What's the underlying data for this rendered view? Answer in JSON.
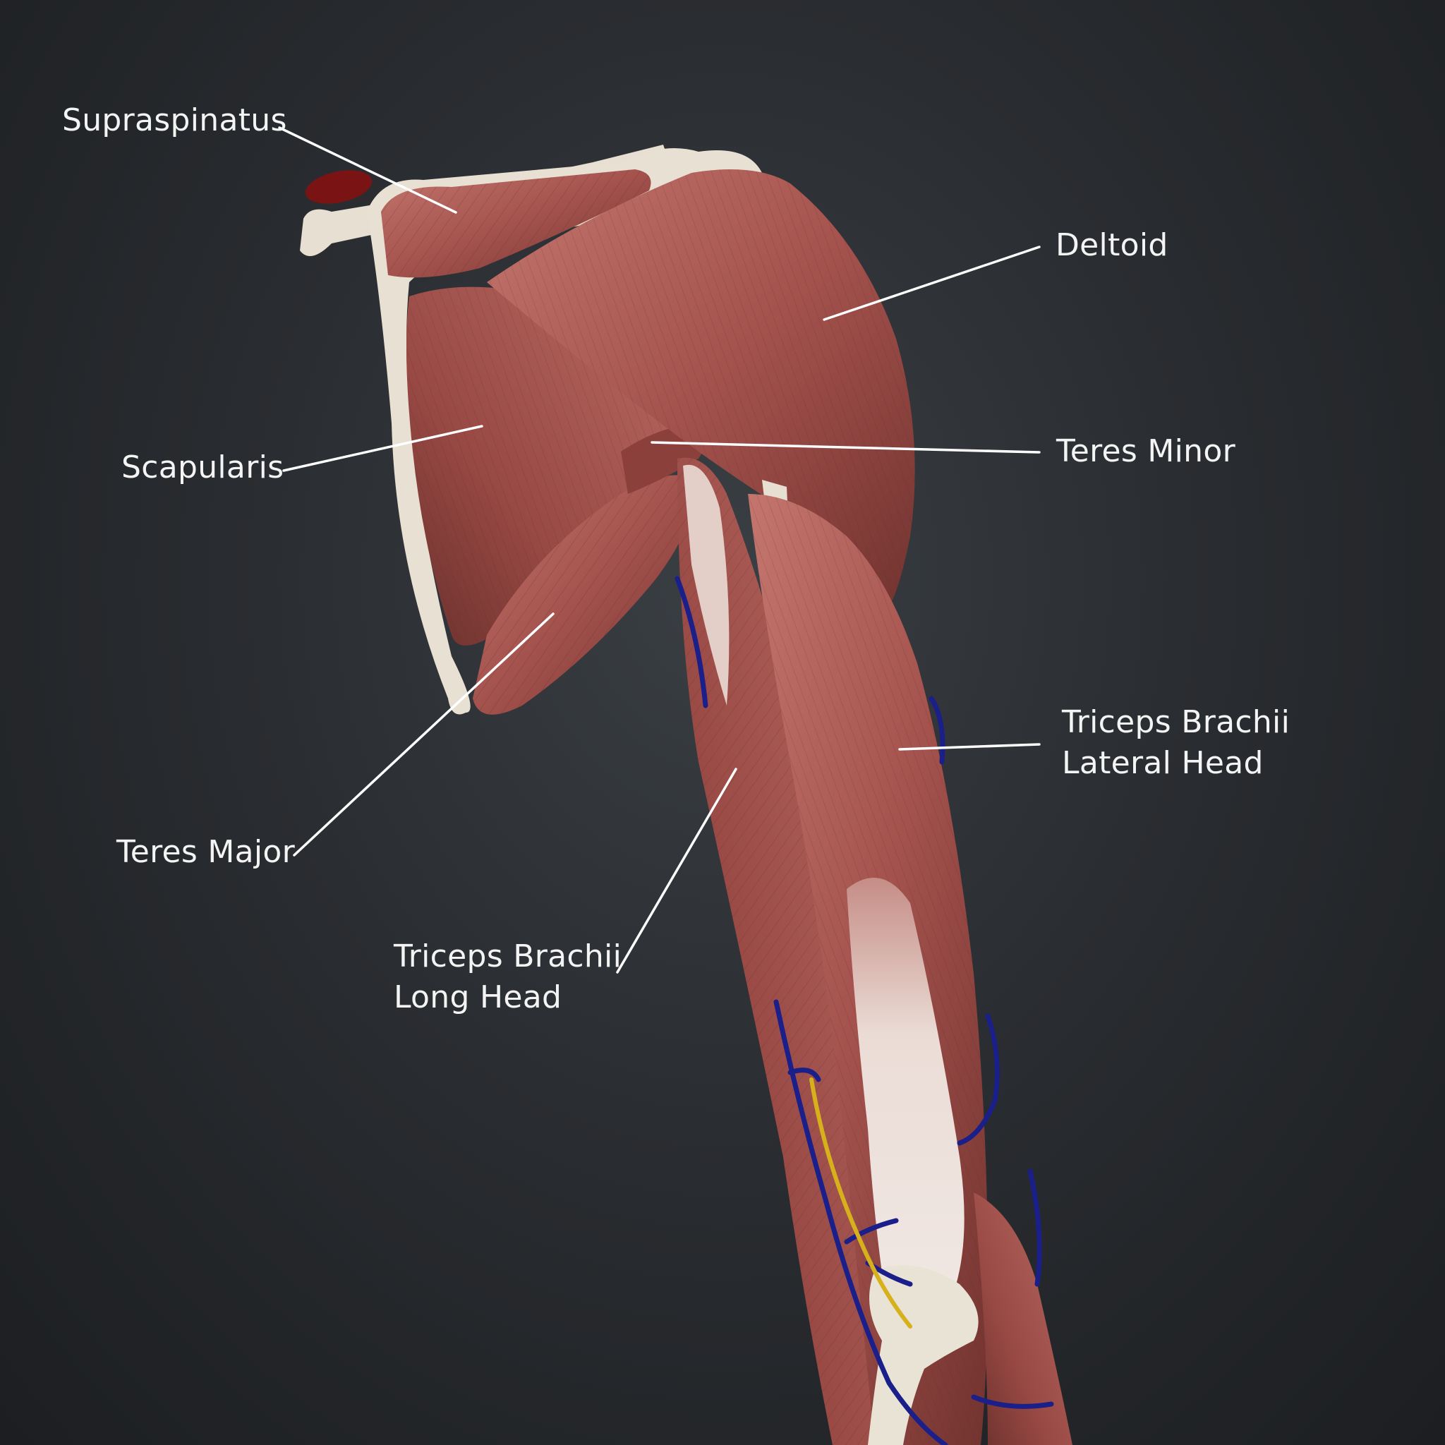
{
  "labels": {
    "supraspinatus": "Supraspinatus",
    "deltoid": "Deltoid",
    "scapularis": "Scapularis",
    "teres_minor": "Teres Minor",
    "teres_major": "Teres Major",
    "triceps_lateral_line1": "Triceps Brachii",
    "triceps_lateral_line2": "Lateral Head",
    "triceps_long_line1": "Triceps Brachii",
    "triceps_long_line2": "Long Head"
  },
  "colors": {
    "background": "#25282c",
    "muscle": "#a85a55",
    "muscle_dark": "#6e3431",
    "bone": "#e9e3d6",
    "tendon": "#ece6df",
    "vein": "#1b1f8a",
    "nerve": "#d6b11c",
    "leader_line": "#ffffff"
  }
}
